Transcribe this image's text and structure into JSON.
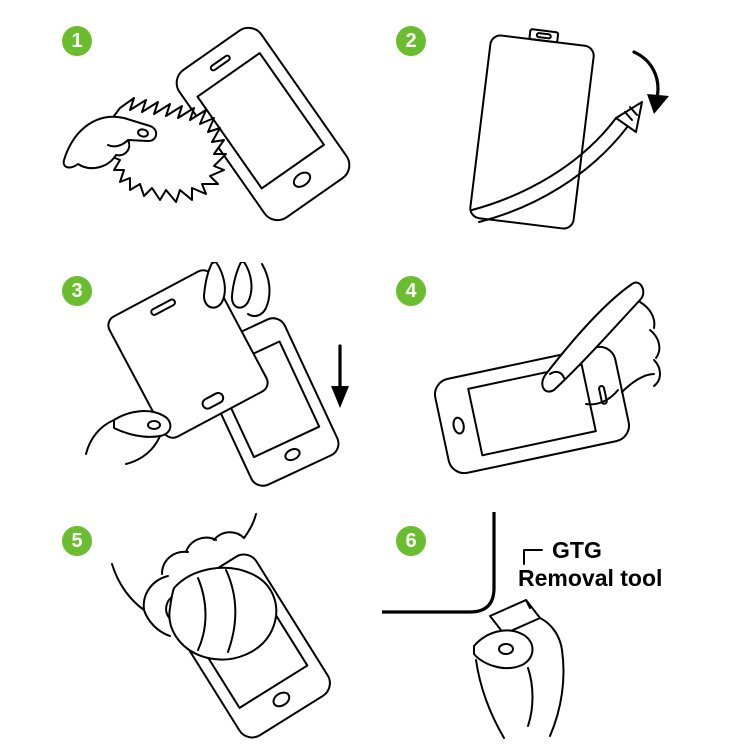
{
  "colors": {
    "background": "#ffffff",
    "step_badge": "#69BD2F",
    "step_badge_text": "#ffffff",
    "line_art": "#000000"
  },
  "steps": [
    {
      "number": "1",
      "illustration": "wipe-screen-with-cloth-icon"
    },
    {
      "number": "2",
      "illustration": "peel-backing-film-icon"
    },
    {
      "number": "3",
      "illustration": "align-and-lower-glass-icon"
    },
    {
      "number": "4",
      "illustration": "press-center-with-finger-icon"
    },
    {
      "number": "5",
      "illustration": "smooth-surface-with-cloth-icon"
    },
    {
      "number": "6",
      "illustration": "lift-corner-with-removal-tool-icon",
      "label": {
        "line1": "GTG",
        "line2": "Removal tool"
      }
    }
  ]
}
